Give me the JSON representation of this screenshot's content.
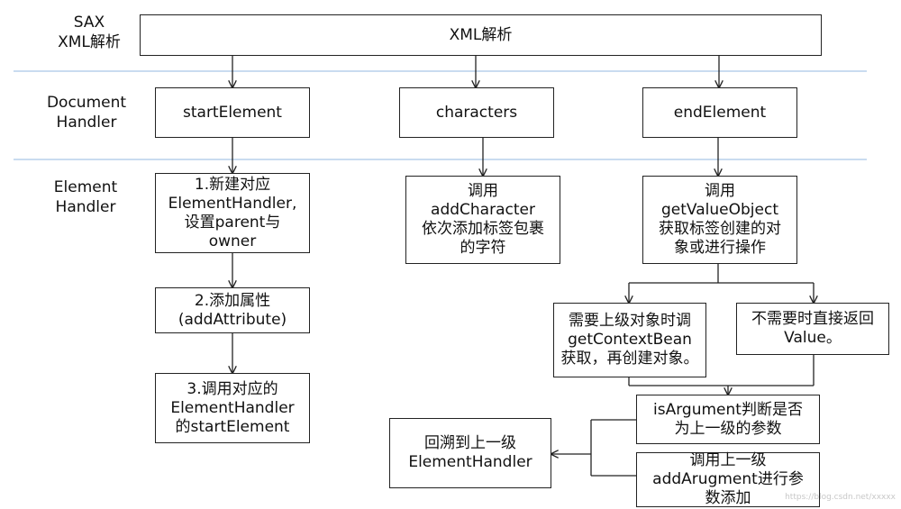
{
  "lanes": {
    "sax": "SAX\nXML解析",
    "document_handler": "Document\nHandler",
    "element_handler": "Element\nHandler"
  },
  "nodes": {
    "xml_parse": "XML解析",
    "start_element": "startElement",
    "characters": "characters",
    "end_element": "endElement",
    "step1": "1.新建对应\nElementHandler,\n设置parent与\nowner",
    "step2": "2.添加属性\n(addAttribute)",
    "step3": "3.调用对应的\nElementHandler\n的startElement",
    "add_character": "调用\naddCharacter\n依次添加标签包裹\n的字符",
    "get_value_object": "调用\ngetValueObject\n获取标签创建的对\n象或进行操作",
    "need_parent": "需要上级对象时调\ngetContextBean\n获取，再创建对象。",
    "no_need": "不需要时直接返回\nValue。",
    "is_argument": "isArgument判断是否\n为上一级的参数",
    "add_argument": "调用上一级\naddArugment进行参\n数添加",
    "back_to_parent": "回溯到上一级\nElementHandler"
  },
  "watermark": "https://blog.csdn.net/xxxxx"
}
